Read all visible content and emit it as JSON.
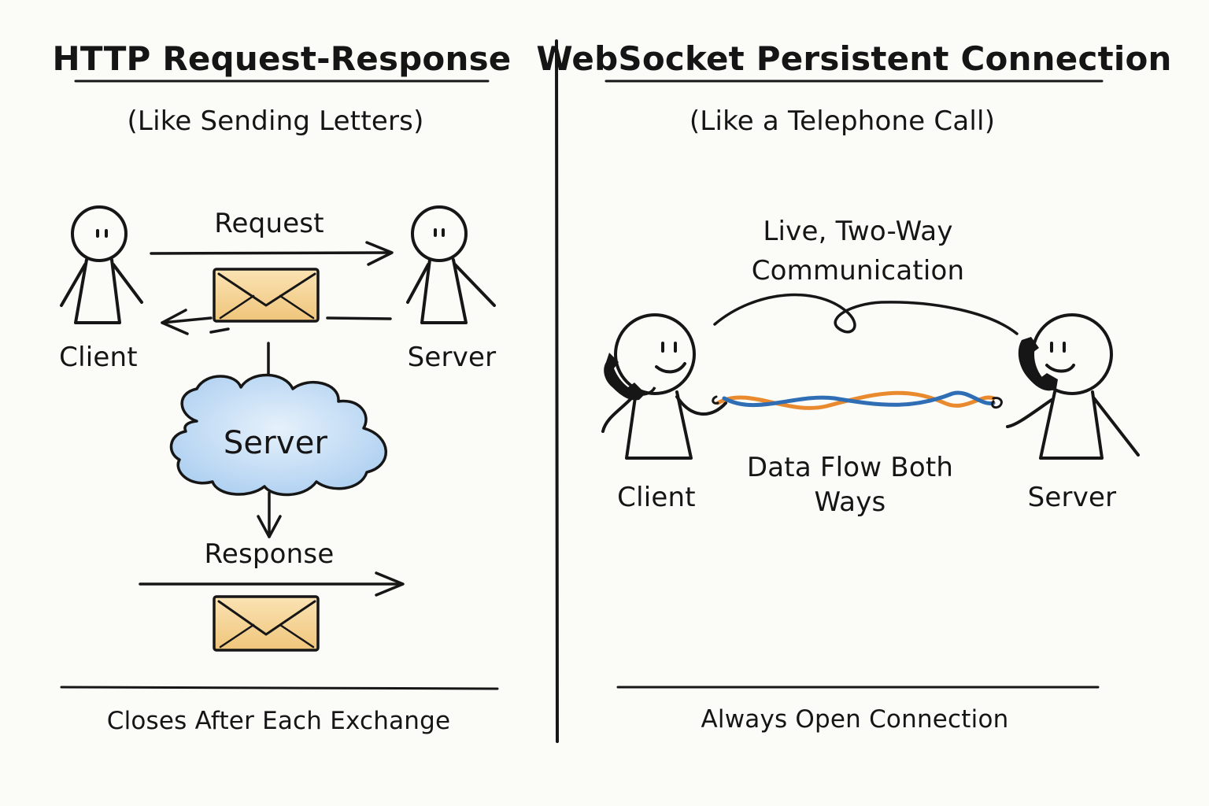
{
  "left_panel": {
    "title": "HTTP Request-Response",
    "subtitle": "(Like Sending Letters)",
    "client_label": "Client",
    "server_label": "Server",
    "request_label": "Request",
    "cloud_label": "Server",
    "response_label": "Response",
    "footer": "Closes After Each Exchange"
  },
  "right_panel": {
    "title": "WebSocket Persistent Connection",
    "subtitle": "(Like a Telephone Call)",
    "connection_label_line1": "Live, Two-Way",
    "connection_label_line2": "Communication",
    "data_flow_line1": "Data Flow Both",
    "data_flow_line2": "Ways",
    "client_label": "Client",
    "server_label": "Server",
    "footer": "Always Open Connection"
  },
  "colors": {
    "ink": "#161616",
    "envelope_fill": "#f4cf8f",
    "cloud_fill": "#b8d7f2",
    "wire_orange": "#ea8a2e",
    "wire_blue": "#2f6db5",
    "background": "#fbfbf8"
  }
}
